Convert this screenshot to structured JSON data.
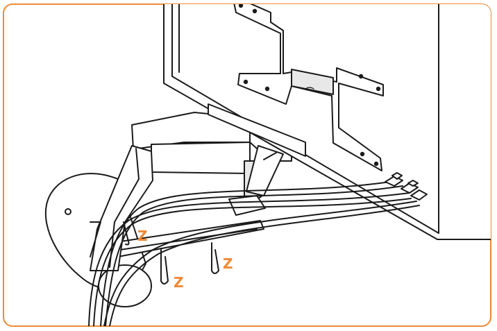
{
  "colors": {
    "accent": "#f08a36",
    "line": "#1a1a1a",
    "fill": "#ffffff",
    "shade": "#e8e8e8"
  },
  "labels": {
    "clip_1": "Z",
    "clip_2": "Z",
    "clip_3": "Z"
  },
  "icons": [
    "vesa-bracket",
    "tv-screen",
    "cable-clip",
    "pedestal-base",
    "power-plug",
    "hdmi-plug"
  ]
}
